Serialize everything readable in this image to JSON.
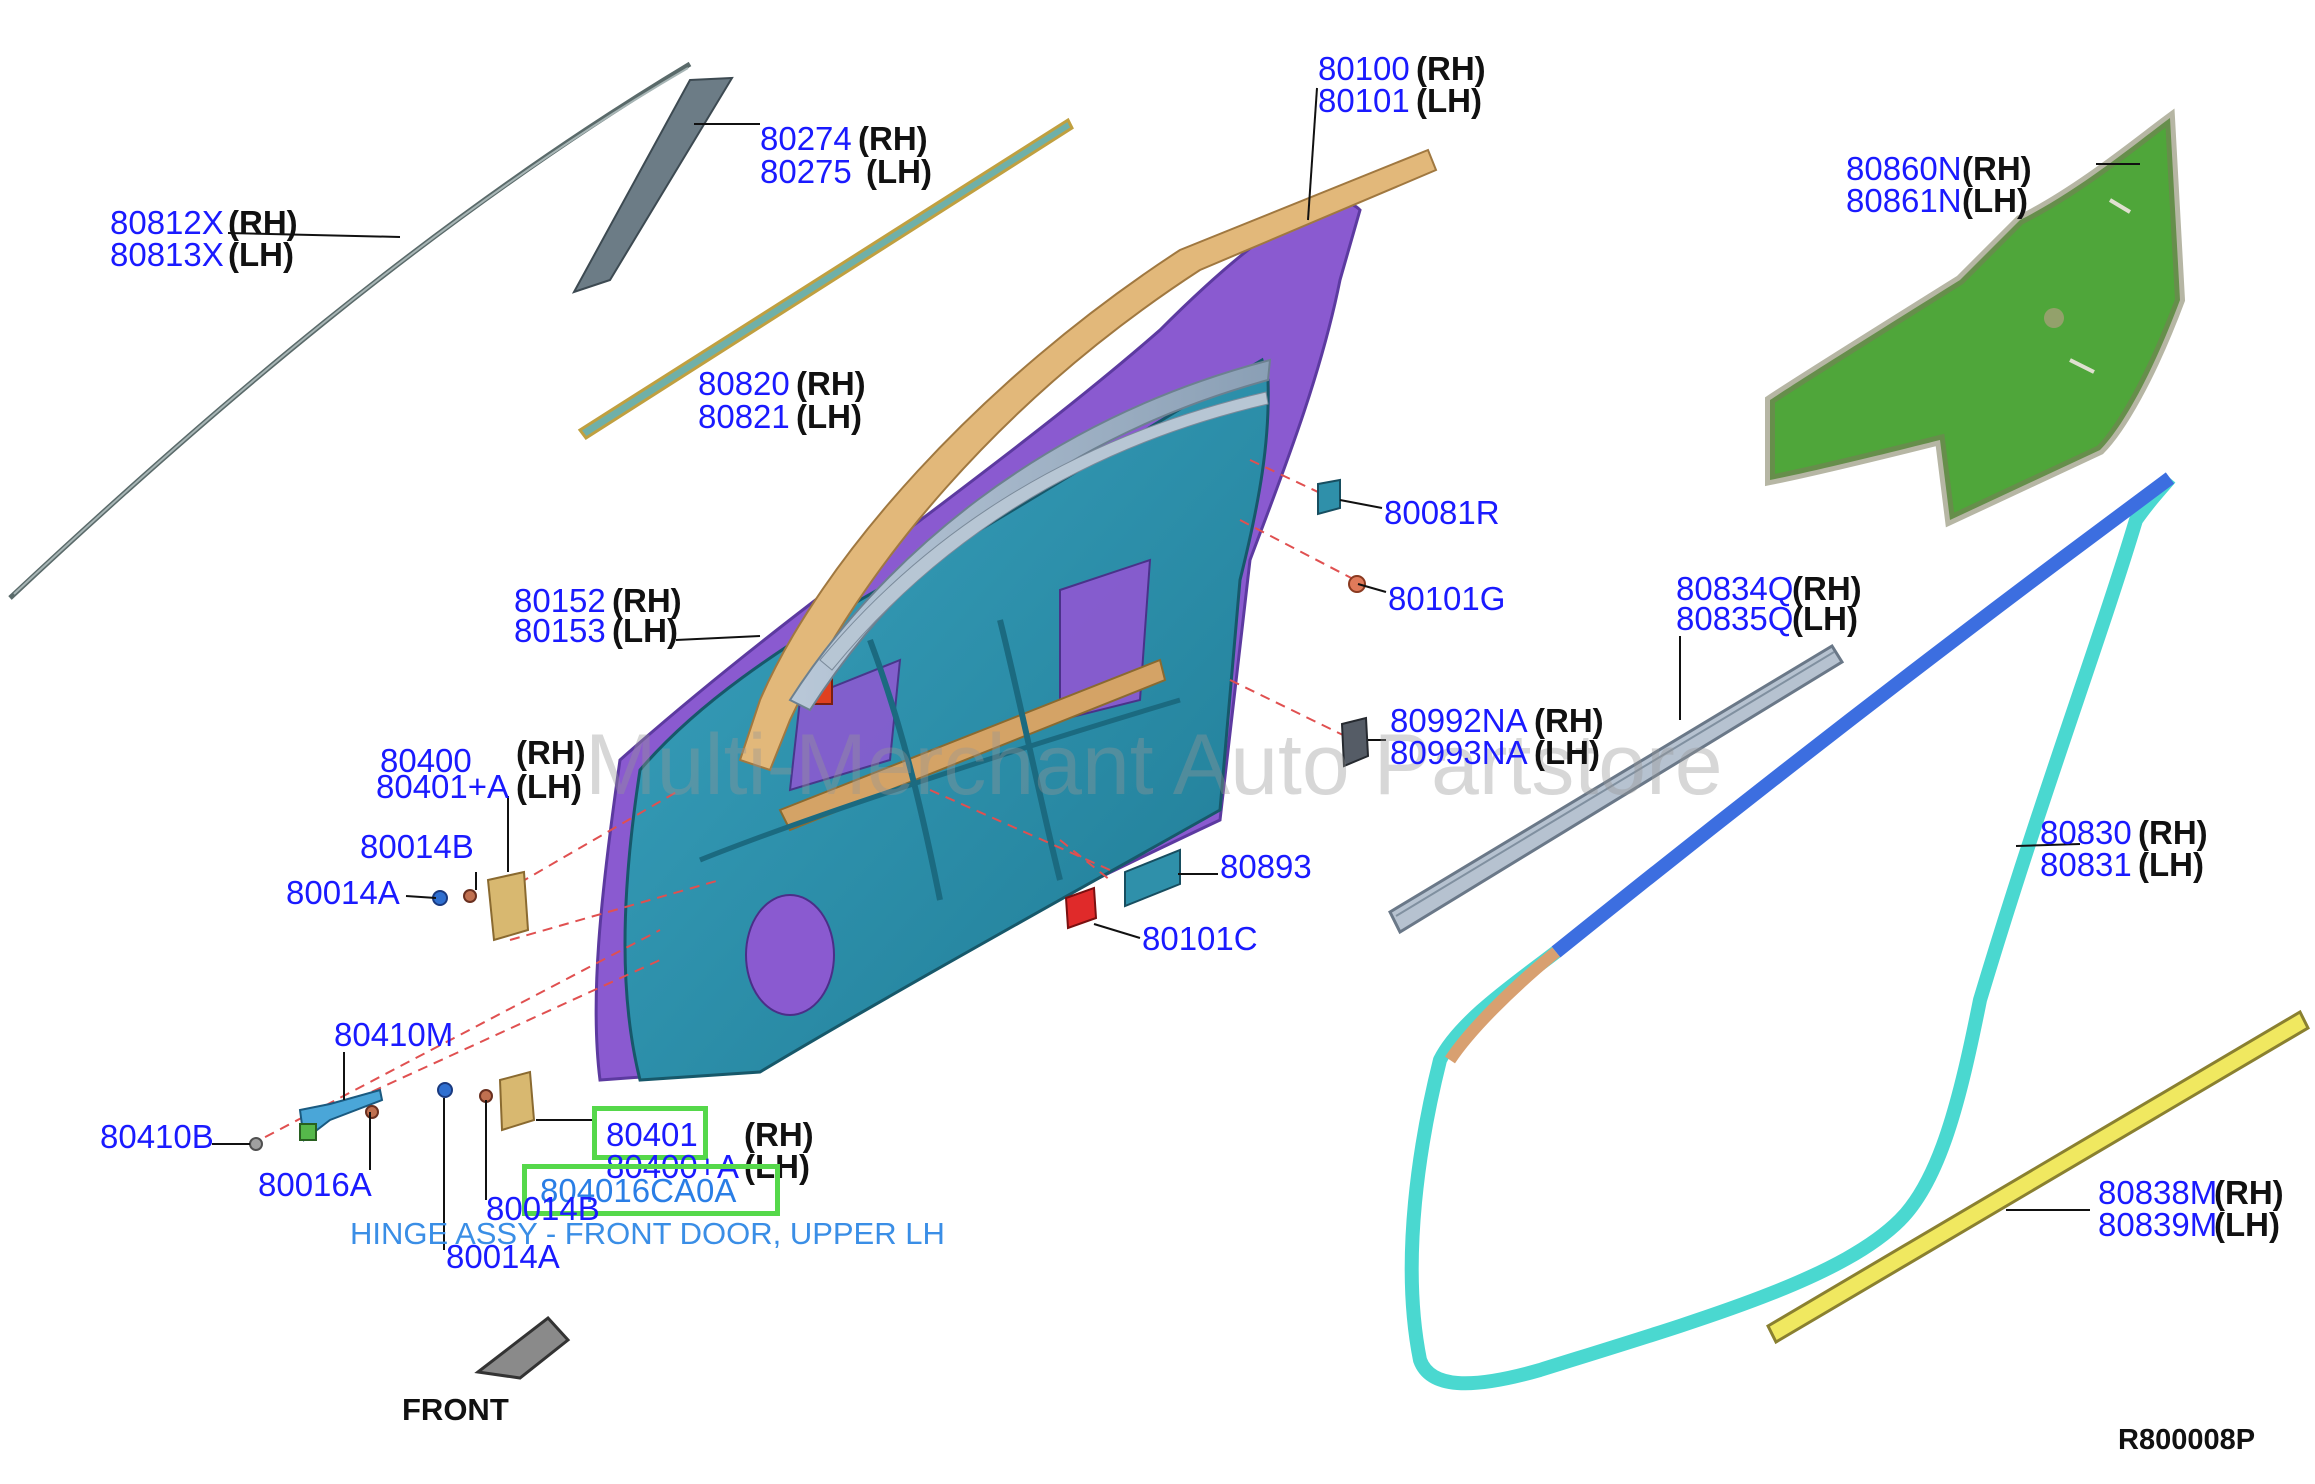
{
  "labels": {
    "p80812X": "80812X",
    "p80813X": "80813X",
    "p80274": "80274",
    "p80275": "80275",
    "p80820": "80820",
    "p80821": "80821",
    "p80100": "80100",
    "p80101": "80101",
    "p80860N": "80860N",
    "p80861N": "80861N",
    "p80081R": "80081R",
    "p80101G": "80101G",
    "p80152": "80152",
    "p80153": "80153",
    "p80834Q": "80834Q",
    "p80835Q": "80835Q",
    "p80992NA": "80992NA",
    "p80993NA": "80993NA",
    "p80400": "80400",
    "p80401A": "80401+A",
    "p80014B": "80014B",
    "p80014A": "80014A",
    "p80893": "80893",
    "p80101C": "80101C",
    "p80830": "80830",
    "p80831": "80831",
    "p80410M": "80410M",
    "p80410B": "80410B",
    "p80016A": "80016A",
    "p80401": "80401",
    "p80400A": "80400+A",
    "p804016CA0A": "804016CA0A",
    "p80014B2": "80014B",
    "p80014A2": "80014A",
    "p80838M": "80838M",
    "p80839M": "80839M"
  },
  "sides": {
    "rh": "(RH)",
    "lh": "(LH)"
  },
  "caption": "HINGE ASSY - FRONT DOOR, UPPER LH",
  "front_label": "FRONT",
  "diagram_code": "R800008P",
  "watermark": "Multi-Merchant Auto Partstore",
  "colors": {
    "part_number": "#1a1aff",
    "highlight": "#55d84a",
    "caption": "#3a8ee6",
    "door_inner": "#2f90aa",
    "door_outer": "#8a5ad0",
    "sash": "#e2b87a",
    "insulator": "#4fa63a",
    "weatherstrip": "#4ad8d0",
    "weatherstrip_upper": "#3c6ee0",
    "sill_strip": "#f0e860"
  }
}
